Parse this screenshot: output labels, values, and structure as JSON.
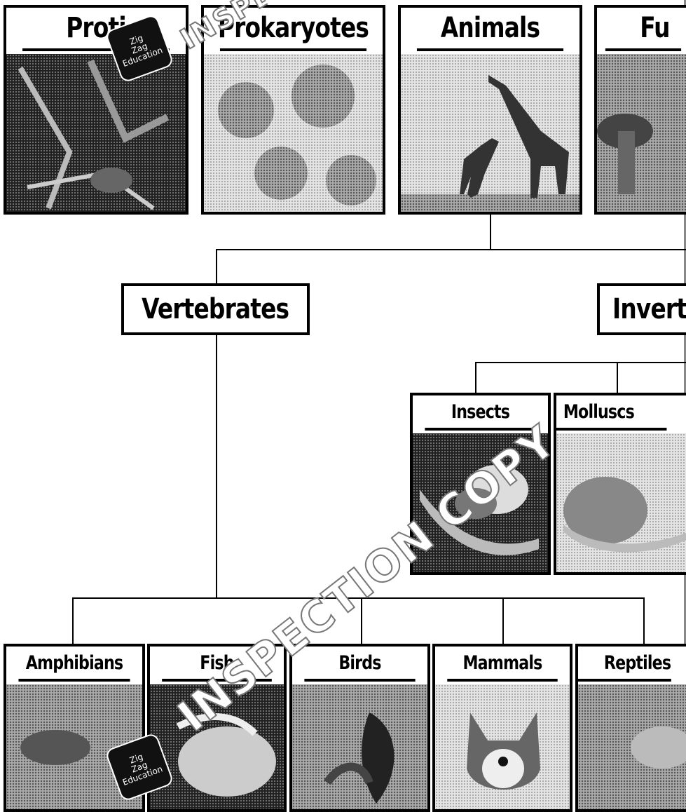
{
  "kingdoms": [
    "Proti",
    "Prokaryotes",
    "Animals",
    "Fu"
  ],
  "groups": {
    "vertebrates": "Vertebrates",
    "invertebrates": "Invert"
  },
  "invertebrate_classes": [
    "Insects",
    "Molluscs"
  ],
  "vertebrate_classes": [
    "Amphibians",
    "Fish",
    "Birds",
    "Mammals",
    "Reptiles"
  ],
  "badge": {
    "line1": "Zig",
    "line2": "Zag",
    "line3": "Education"
  },
  "watermark": "INSPECTION COPY"
}
